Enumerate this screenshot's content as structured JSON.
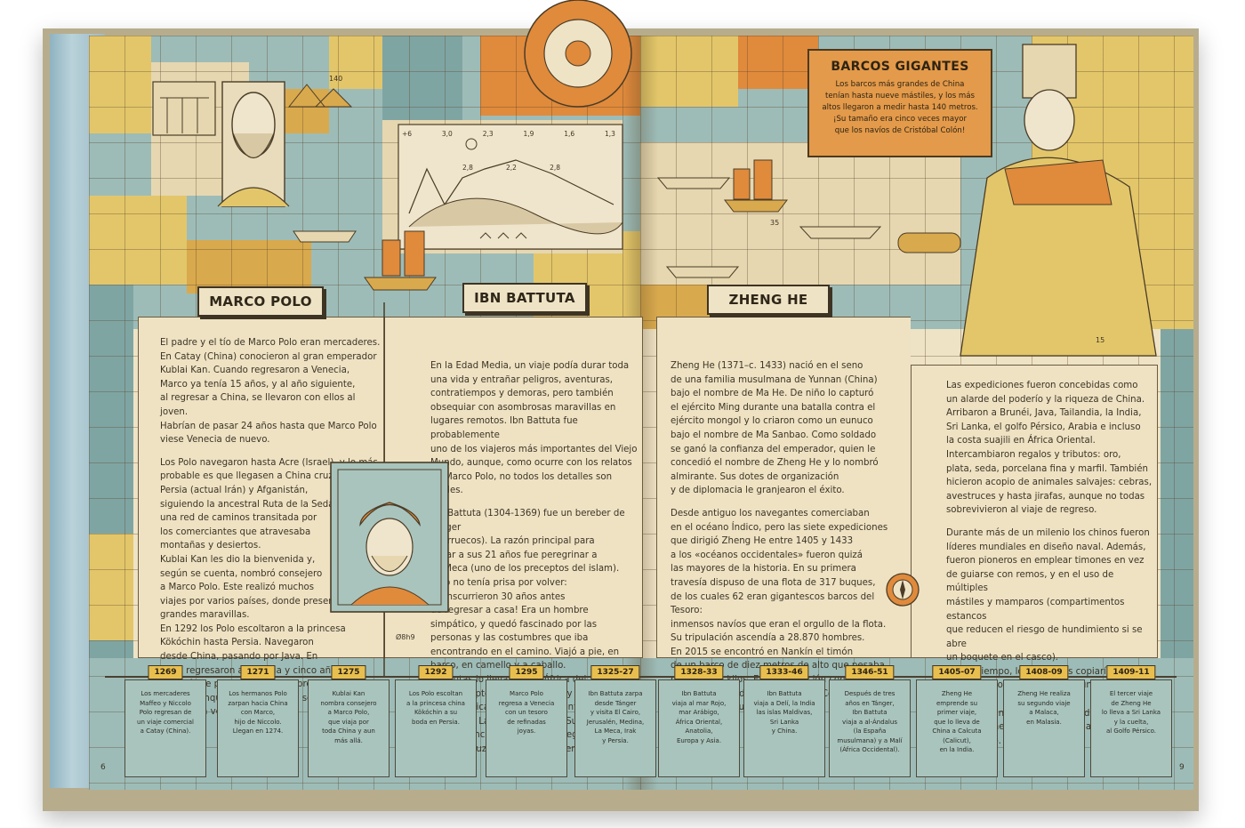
{
  "sections": {
    "marco_polo": {
      "title": "MARCO POLO",
      "paragraphs": [
        "El padre y el tío de Marco Polo eran mercaderes.\nEn Catay (China) conocieron al gran emperador\nKublai Kan. Cuando regresaron a Venecia,\nMarco ya tenía 15 años, y al año siguiente,\nal regresar a China, se llevaron con ellos al joven.\nHabrían de pasar 24 años hasta que Marco Polo\nviese Venecia de nuevo.",
        "Los Polo navegaron hasta Acre (Israel), y lo más\nprobable es que llegasen a China cruzando\nPersia (actual Irán) y Afganistán,\nsiguiendo la ancestral Ruta de la Seda,\nuna red de caminos transitada por\nlos comerciantes que atravesaba\nmontañas y desiertos.\nKublai Kan les dio la bienvenida y,\nsegún se cuenta, nombró consejero\na Marco Polo. Este realizó muchos\nviajes por varios países, donde presenció\ngrandes maravillas.\nEn 1292 los Polo escoltaron a la princesa\nKökóchin hasta Persia. Navegaron\ndesde China, pasando por Java. En\n1295 regresaron a Venecia y cinco años\ndespués se publicó un libro sobre sus\nviajes. Aunque tal vez en él no se contase\nsiempre la verdad."
      ]
    },
    "ibn_battuta": {
      "title": "IBN BATTUTA",
      "paragraphs": [
        "En la Edad Media, un viaje podía durar toda\nuna vida y entrañar peligros, aventuras,\ncontratiempos y demoras, pero también\nobsequiar con asombrosas maravillas en\nlugares remotos. Ibn Battuta fue probablemente\nuno de los viajeros más importantes del Viejo\nMundo, aunque, como ocurre con los relatos\nde Marco Polo, no todos los detalles son fiables.",
        "Ibn Battuta (1304-1369) fue un bereber de Tánger\n(Marruecos). La razón principal para\nviajar a sus 21 años fue peregrinar a\nLa Meca (uno de los preceptos del islam).\nPero no tenía prisa por volver:\n¡transcurrieron 30 años antes\nde regresar a casa! Era un hombre\nsimpático, y quedó fascinado por las\npersonas y las costumbres que iba\nencontrando en el camino. Viajó a pie, en\nbarco, en camello y a caballo.\nSus rutas lo llevaron por África del\nNorte, Egipto, Arabia, Turquía y Oriente\nMedio, África Oriental, Asia Central, la\nIndia y Sri Lanka, así como al Sudeste\nAsiático. Incluso pudo haber llegado a\nChina y cruzarla hasta entrar en Pekín,\nsu capital."
      ]
    },
    "zheng_he": {
      "title": "ZHENG HE",
      "paragraphs": [
        "Zheng He (1371–c. 1433) nació en el seno\nde una familia musulmana de Yunnan (China)\nbajo el nombre de Ma He. De niño lo capturó\nel ejército Ming durante una batalla contra el\nejército mongol y lo criaron como un eunuco\nbajo el nombre de Ma Sanbao. Como soldado\nse ganó la confianza del emperador, quien le\nconcedió el nombre de Zheng He y lo nombró\nalmirante. Sus dotes de organización\ny de diplomacia le granjearon el éxito.",
        "Desde antiguo los navegantes comerciaban\nen el océano Índico, pero las siete expediciones\nque dirigió Zheng He entre 1405 y 1433\na los «océanos occidentales» fueron quizá\nlas mayores de la historia. En su primera\ntravesía dispuso de una flota de 317 buques,\nde los cuales 62 eran gigantescos barcos del Tesoro:\ninmensos navíos que eran el orgullo de la flota.\nSu tripulación ascendía a 28.870 hombres.\nEn 2015 se encontró en Nankín el timón\nde un barco de diez metros de alto que pesaba\nmás de 500 kilos. En comparación con ellos,\nlos barcos que después utilizaría Colón\nparecerían de juguete."
      ],
      "right_paragraphs": [
        "Las expediciones fueron concebidas como\nun alarde del poderío y la riqueza de China.\nArribaron a Brunéi, Java, Tailandia, la India,\nSri Lanka, el golfo Pérsico, Arabia e incluso\nla costa suajili en África Oriental.\nIntercambiaron regalos y tributos: oro,\nplata, seda, porcelana fina y marfil. También\nhicieron acopio de animales salvajes: cebras,\navestruces y hasta jirafas, aunque no todas\nsobrevivieron al viaje de regreso.",
        "Durante más de un milenio los chinos fueron\nlíderes mundiales en diseño naval. Además,\nfueron pioneros en emplear timones en vez\nde guiarse con remos, y en el uso de múltiples\nmástiles y mamparos (compartimentos estancos\nque reducen el riesgo de hundimiento si se abre\nun boquete en el casco).\nCon el tiempo, los europeos copiarían todos\nestos diseños, además de algunos mapas chinos.\nSin estas innovaciones, la era de las grandes\nexploraciones navales jamás habría comenzado."
      ]
    }
  },
  "callout": {
    "title": "BARCOS GIGANTES",
    "text": "Los barcos más grandes de China\ntenían hasta nueve mástiles, y los más\naltos llegaron a medir hasta 140 metros.\n¡Su tamaño era cinco veces mayor\nque los navíos de Cristóbal Colón!"
  },
  "timeline": [
    {
      "year": "1269",
      "text": "Los mercaderes\nMaffeo y Niccolo\nPolo regresan de\nun viaje comercial\na Catay (China)."
    },
    {
      "year": "1271",
      "text": "Los hermanos Polo\nzarpan hacia China\ncon Marco,\nhijo de Niccolo.\nLlegan en 1274."
    },
    {
      "year": "1275",
      "text": "Kublai Kan\nnombra consejero\na Marco Polo,\nque viaja por\ntoda China y aun\nmás allá."
    },
    {
      "year": "1292",
      "text": "Los Polo escoltan\na la princesa china\nKökóchin a su\nboda en Persia."
    },
    {
      "year": "1295",
      "text": "Marco Polo\nregresa a Venecia\ncon un tesoro\nde refinadas\njoyas."
    },
    {
      "year": "1325-27",
      "text": "Ibn Battuta zarpa\ndesde Tánger\ny visita El Cairo,\nJerusalén, Medina,\nLa Meca, Irak\ny Persia."
    },
    {
      "year": "1328-33",
      "text": "Ibn Battuta\nviaja al mar Rojo,\nmar Arábigo,\nÁfrica Oriental,\nAnatolia,\nEuropa y Asia."
    },
    {
      "year": "1333-46",
      "text": "Ibn Battuta\nviaja a Delí, la India\nlas islas Maldivas,\nSri Lanka\ny China."
    },
    {
      "year": "1346-51",
      "text": "Después de tres\naños en Tánger,\nIbn Battuta\nviaja a al-Ándalus\n(la España\nmusulmana) y a Malí\n(África Occidental)."
    },
    {
      "year": "1405-07",
      "text": "Zheng He\nemprende su\nprimer viaje,\nque lo lleva de\nChina a Calcuta\n(Calicut),\nen la India."
    },
    {
      "year": "1408-09",
      "text": "Zheng He realiza\nsu segundo viaje\na Malaca,\nen Malasia."
    },
    {
      "year": "1409-11",
      "text": "El tercer viaje\nde Zheng He\nlo lleva a Sri Lanka\ny la cuelta,\nal Golfo Pérsico."
    }
  ],
  "page_numbers": {
    "left": "6",
    "right": "9"
  },
  "diagram_labels": {
    "ship_measure": "35",
    "chart_values": [
      "+6",
      "3,0",
      "2,3",
      "1,9",
      "1,6",
      "1,3",
      "2,8",
      "2,2",
      "2,8"
    ],
    "ruler_label": "140",
    "measure_small": "15",
    "dim_label": "Ø8h9"
  },
  "colors": {
    "paper": "#efe3c6",
    "sea_blue": "#9dbcb8",
    "ochre": "#e3c66a",
    "orange": "#e08a3c",
    "ink": "#3e3424"
  }
}
